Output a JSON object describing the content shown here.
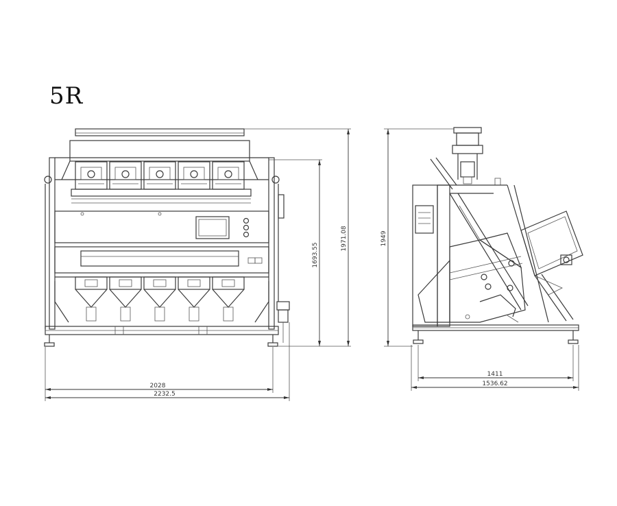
{
  "title": "5R",
  "dimensions": {
    "front_width_inner": "2028",
    "front_width_outer": "2232.5",
    "front_height_inner": "1693.55",
    "front_height_outer": "1971.08",
    "side_height": "1949",
    "side_width_inner": "1411",
    "side_width_outer": "1536.62"
  },
  "front_view": {
    "channel_count": 5
  },
  "colors": {
    "line": "#3a3a3a",
    "background": "#ffffff"
  }
}
